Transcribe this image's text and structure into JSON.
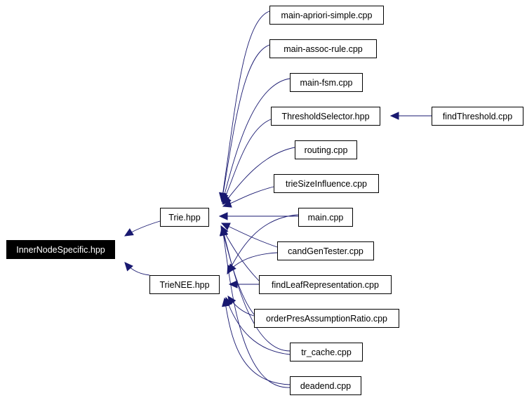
{
  "graph": {
    "nodes": [
      {
        "id": "root",
        "label": "InnerNodeSpecific.hpp",
        "root": true
      },
      {
        "id": "trie",
        "label": "Trie.hpp"
      },
      {
        "id": "trienee",
        "label": "TrieNEE.hpp"
      },
      {
        "id": "apriori",
        "label": "main-apriori-simple.cpp"
      },
      {
        "id": "assoc",
        "label": "main-assoc-rule.cpp"
      },
      {
        "id": "fsm",
        "label": "main-fsm.cpp"
      },
      {
        "id": "thresh",
        "label": "ThresholdSelector.hpp"
      },
      {
        "id": "findthresh",
        "label": "findThreshold.cpp"
      },
      {
        "id": "routing",
        "label": "routing.cpp"
      },
      {
        "id": "triesize",
        "label": "trieSizeInfluence.cpp"
      },
      {
        "id": "main",
        "label": "main.cpp"
      },
      {
        "id": "candgen",
        "label": "candGenTester.cpp"
      },
      {
        "id": "findleaf",
        "label": "findLeafRepresentation.cpp"
      },
      {
        "id": "orderpres",
        "label": "orderPresAssumptionRatio.cpp"
      },
      {
        "id": "trcache",
        "label": "tr_cache.cpp"
      },
      {
        "id": "deadend",
        "label": "deadend.cpp"
      }
    ],
    "edges": [
      {
        "from": "trie",
        "to": "root"
      },
      {
        "from": "trienee",
        "to": "root"
      },
      {
        "from": "apriori",
        "to": "trie"
      },
      {
        "from": "assoc",
        "to": "trie"
      },
      {
        "from": "fsm",
        "to": "trie"
      },
      {
        "from": "thresh",
        "to": "trie"
      },
      {
        "from": "findthresh",
        "to": "thresh"
      },
      {
        "from": "routing",
        "to": "trie"
      },
      {
        "from": "triesize",
        "to": "trie"
      },
      {
        "from": "main",
        "to": "trie"
      },
      {
        "from": "candgen",
        "to": "trie"
      },
      {
        "from": "findleaf",
        "to": "trie"
      },
      {
        "from": "orderpres",
        "to": "trie"
      },
      {
        "from": "trcache",
        "to": "trie"
      },
      {
        "from": "deadend",
        "to": "trie"
      },
      {
        "from": "main",
        "to": "trienee"
      },
      {
        "from": "candgen",
        "to": "trienee"
      },
      {
        "from": "findleaf",
        "to": "trienee"
      },
      {
        "from": "orderpres",
        "to": "trienee"
      },
      {
        "from": "trcache",
        "to": "trienee"
      },
      {
        "from": "deadend",
        "to": "trienee"
      }
    ]
  },
  "colors": {
    "edge": "#191970",
    "node_border": "#000000",
    "root_fill": "#000000",
    "root_text": "#ffffff"
  }
}
